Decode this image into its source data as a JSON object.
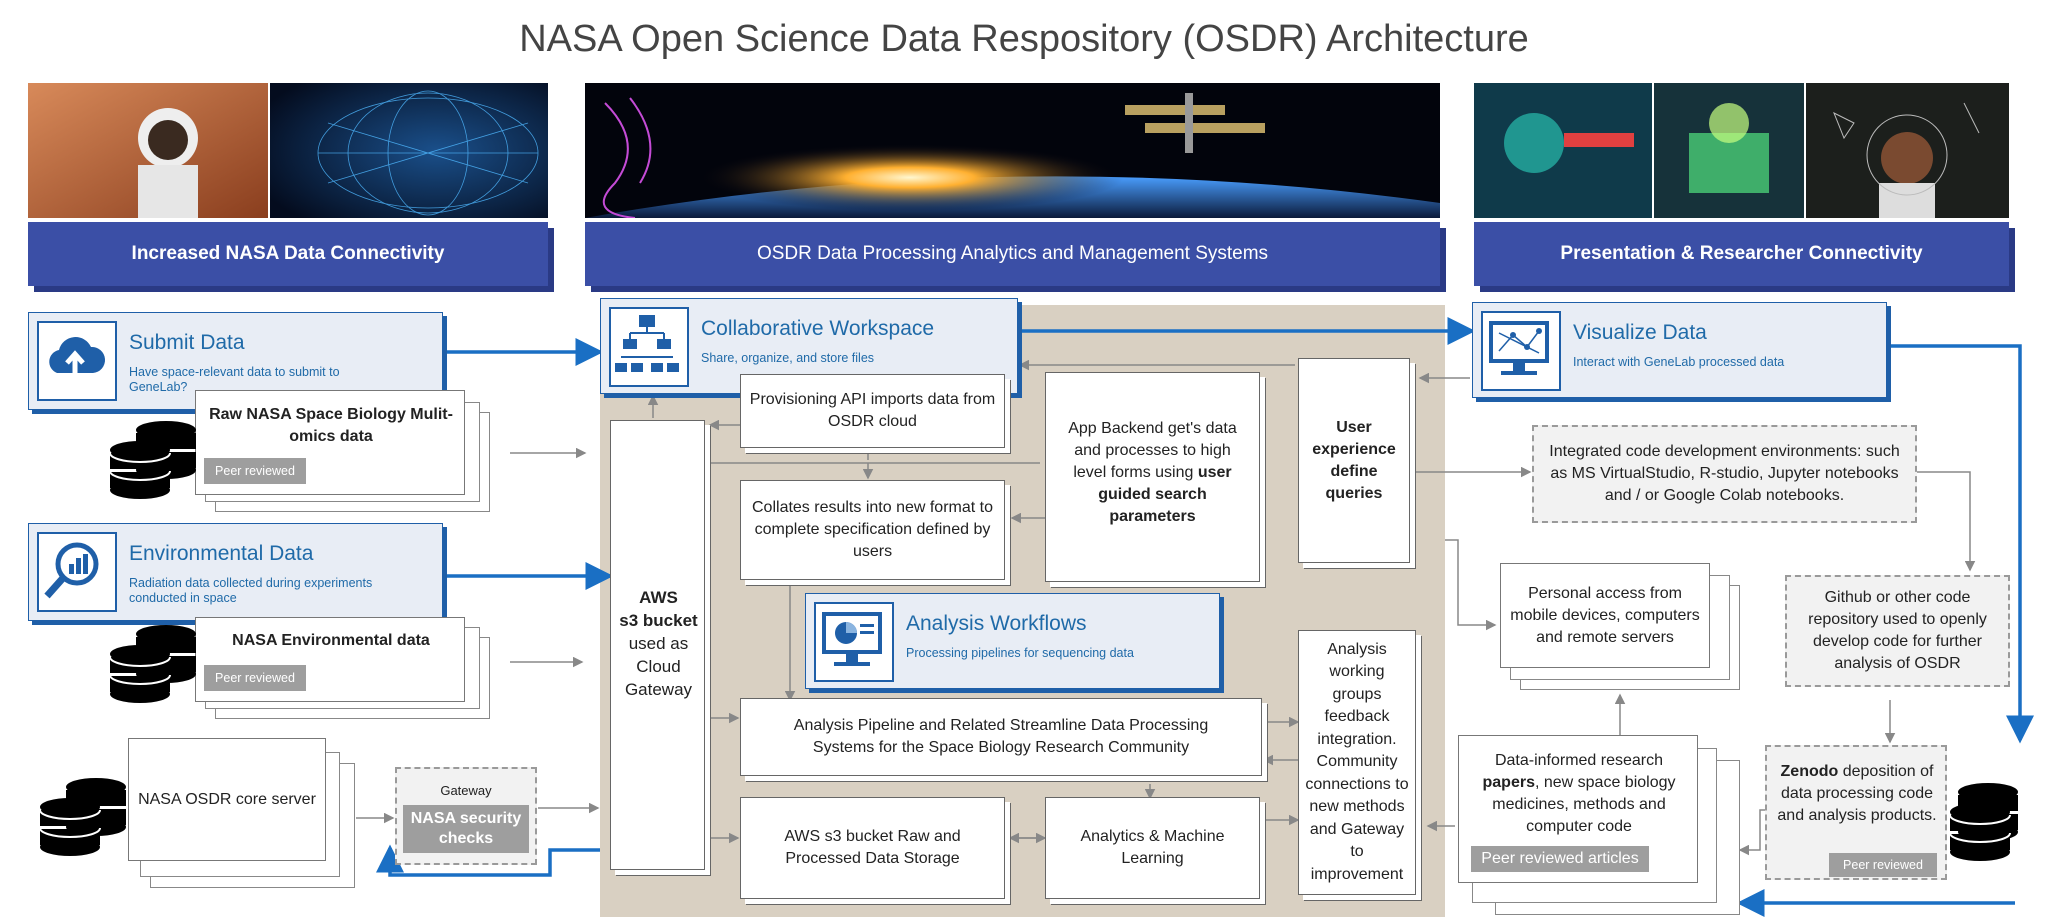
{
  "title": "NASA Open Science Data Respository (OSDR) Architecture",
  "banners": {
    "left": "Increased NASA Data Connectivity",
    "center": "OSDR Data Processing Analytics and Management Systems",
    "right": "Presentation & Researcher Connectivity"
  },
  "submit": {
    "title": "Submit Data",
    "subtitle": "Have space-relevant data to submit to GeneLab?",
    "doc": "Raw NASA Space Biology Mulit-omics data",
    "tag": "Peer reviewed"
  },
  "environmental": {
    "title": "Environmental Data",
    "subtitle": "Radiation data collected during experiments conducted in space",
    "doc": "NASA Environmental data",
    "tag": "Peer reviewed"
  },
  "core_server": "NASA OSDR core server",
  "gateway": {
    "label": "Gateway",
    "checks": "NASA security checks"
  },
  "workspace": {
    "title": "Collaborative Workspace",
    "subtitle": "Share, organize, and store files"
  },
  "aws_bucket": {
    "l1": "AWS",
    "l2": "s3 bucket",
    "l3": "used as",
    "l4": "Cloud",
    "l5": "Gateway"
  },
  "provisioning": "Provisioning API imports data from OSDR cloud",
  "collates": "Collates results into new format to complete specification defined by users",
  "backend": {
    "pre": "App Backend get's data and processes to high level forms using ",
    "bold": "user guided search parameters"
  },
  "user_exp": "User experience define queries",
  "analysis_wf": {
    "title": "Analysis Workflows",
    "subtitle": "Processing pipelines for sequencing data"
  },
  "pipeline": "Analysis Pipeline and Related Streamline Data Processing Systems for the Space Biology Research Community",
  "storage": "AWS s3 bucket Raw and Processed Data Storage",
  "ml": "Analytics & Machine Learning",
  "feedback": "Analysis working groups feedback integration. Community connections to new methods and Gateway to improvement",
  "visualize": {
    "title": "Visualize Data",
    "subtitle": "Interact with GeneLab processed data"
  },
  "ide": "Integrated code development environments: such as MS VirtualStudio, R-studio, Jupyter notebooks and / or Google Colab notebooks.",
  "personal": "Personal access from mobile devices, computers and remote servers",
  "github": "Github or other code repository used to openly develop code for further analysis of OSDR",
  "research": {
    "p1": "Data-informed research ",
    "bold": "papers",
    "p2": ", new space biology medicines, methods and computer code",
    "tag": "Peer reviewed articles"
  },
  "zenodo": {
    "bold": "Zenodo",
    "rest": " deposition of data processing code and analysis products.",
    "tag": "Peer reviewed"
  },
  "colors": {
    "banner": "#3b4fa6",
    "accent": "#1f6aa8",
    "panel": "#d9d0c2",
    "arrow": "#1a6fc4"
  }
}
